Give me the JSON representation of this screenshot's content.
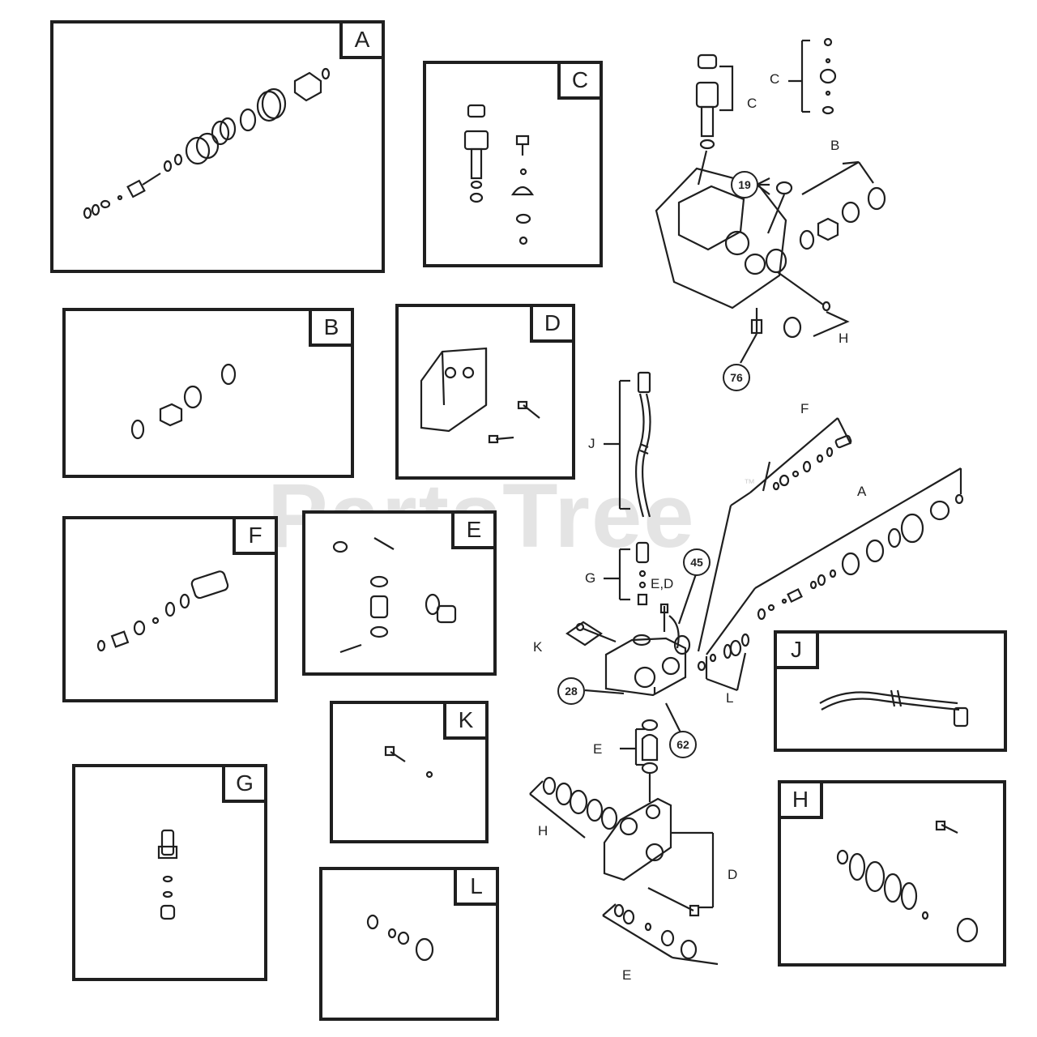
{
  "watermark": {
    "text": "PartsTree",
    "tm": "™"
  },
  "panels": [
    "A",
    "B",
    "C",
    "D",
    "E",
    "F",
    "G",
    "H",
    "J",
    "K",
    "L"
  ],
  "callouts": {
    "c1": "C",
    "c2": "C",
    "b": "B",
    "h1": "H",
    "f": "F",
    "a": "A",
    "j": "J",
    "g": "G",
    "ed": "E,D",
    "k": "K",
    "l": "L",
    "e1": "E",
    "h2": "H",
    "d": "D",
    "e2": "E"
  },
  "circled": {
    "n19": "19",
    "n76": "76",
    "n45": "45",
    "n28": "28",
    "n62": "62"
  },
  "colors": {
    "line": "#1f1f1f",
    "watermark": "#787878"
  }
}
